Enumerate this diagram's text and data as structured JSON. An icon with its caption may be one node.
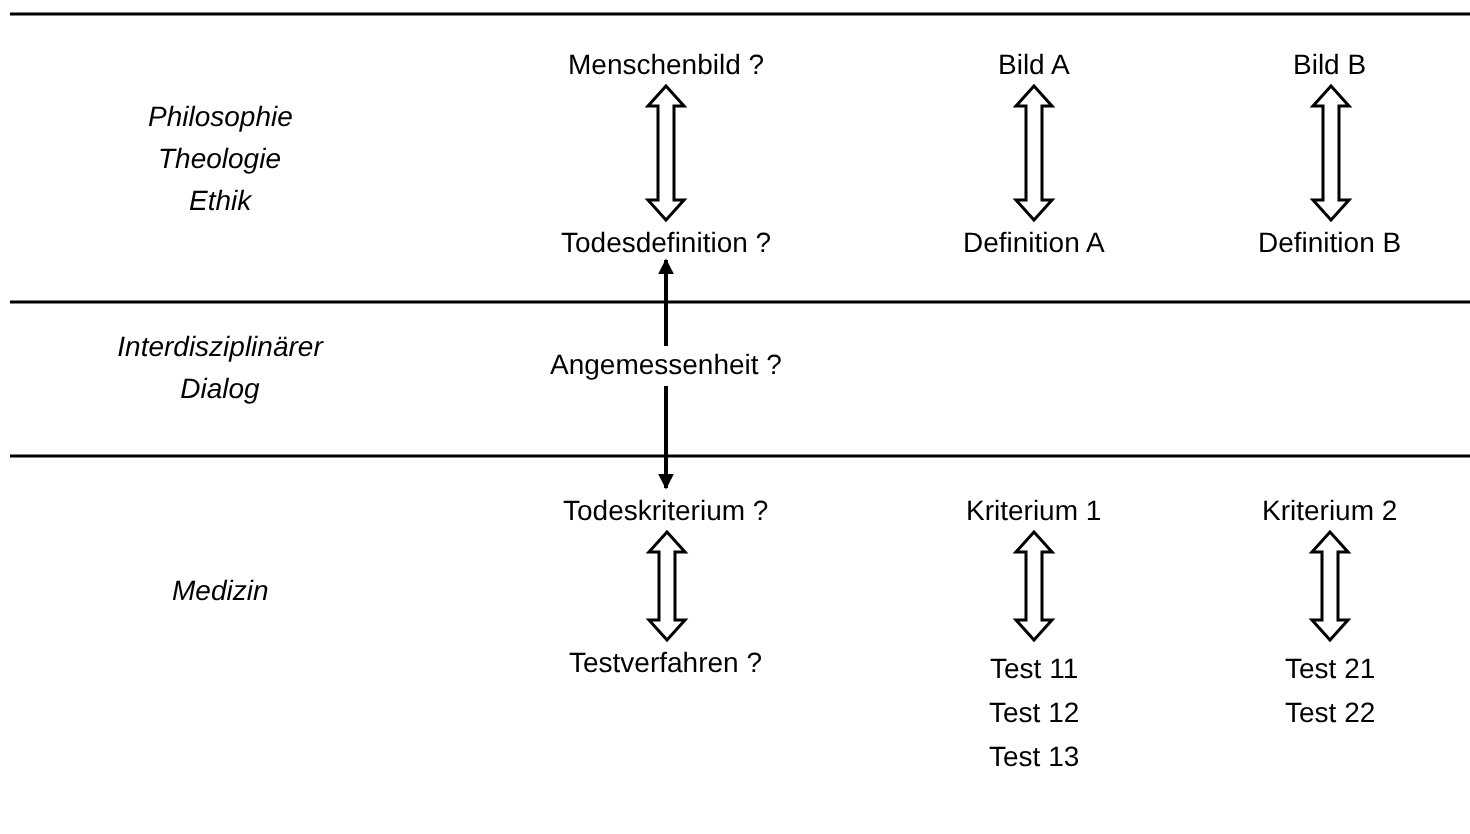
{
  "diagram": {
    "nodes": [
      {
        "text": [
          "Menschenbild ?"
        ]
      },
      {
        "text": [
          "Todesdefinition ?"
        ]
      },
      {
        "text": [
          "Bild A"
        ]
      },
      {
        "text": [
          "Definition A"
        ]
      },
      {
        "text": [
          "Bild B"
        ]
      },
      {
        "text": [
          "Definition B"
        ]
      },
      {
        "text": [
          "Angemessenheit ?"
        ]
      },
      {
        "text": [
          "Todeskriterium ?"
        ]
      },
      {
        "text": [
          "Testverfahren ?"
        ]
      },
      {
        "text": [
          "Kriterium 1"
        ]
      },
      {
        "text": [
          "Test 11",
          "Test 12",
          "Test 13"
        ]
      },
      {
        "text": [
          "Kriterium 2"
        ]
      },
      {
        "text": [
          "Test 21",
          "Test 22"
        ]
      }
    ],
    "edges": [
      {
        "from": 0,
        "to": 1,
        "arrow": "both",
        "style": "thick"
      },
      {
        "from": 2,
        "to": 3,
        "arrow": "both",
        "style": "thick"
      },
      {
        "from": 4,
        "to": 5,
        "arrow": "both",
        "style": "thick"
      },
      {
        "from": 6,
        "to": 1,
        "arrow": "to"
      },
      {
        "from": 6,
        "to": 7,
        "arrow": "to"
      },
      {
        "from": 7,
        "to": 8,
        "arrow": "both",
        "style": "thick"
      },
      {
        "from": 9,
        "to": 10,
        "arrow": "both",
        "style": "thick"
      },
      {
        "from": 11,
        "to": 12,
        "arrow": "both",
        "style": "thick"
      }
    ],
    "labels": [
      "Philosophie",
      "Theologie",
      "Ethik",
      "Interdisziplinärer Dialog",
      "Medizin"
    ]
  }
}
